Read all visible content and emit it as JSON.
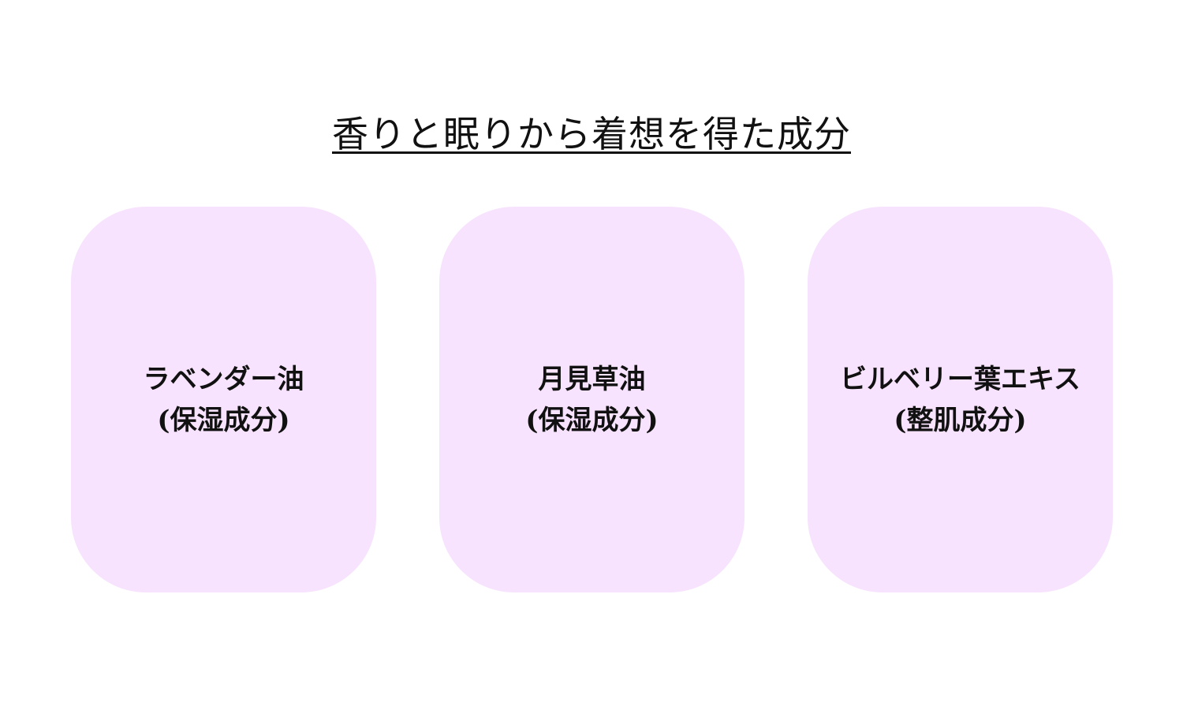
{
  "title": "香りと眠りから着想を得た成分",
  "colors": {
    "card_bg": "#f7e3fd",
    "text": "#111111"
  },
  "cards": [
    {
      "name": "ラベンダー油",
      "role": "(保湿成分)"
    },
    {
      "name": "月見草油",
      "role": "(保湿成分)"
    },
    {
      "name": "ビルベリー葉エキス",
      "role": "(整肌成分)"
    }
  ]
}
